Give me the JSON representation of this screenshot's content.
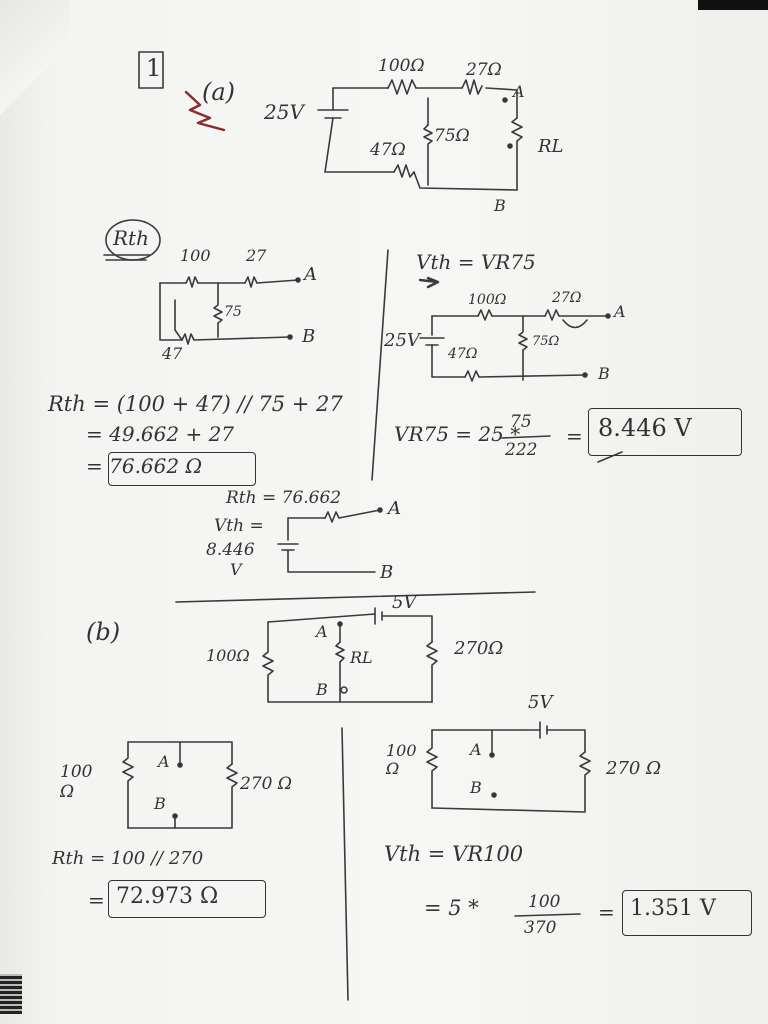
{
  "problem_number": "1",
  "part_a": {
    "label": "(a)",
    "circuit": {
      "source": "25V",
      "r1": "100Ω",
      "r2": "27Ω",
      "r3": "75Ω",
      "r4": "47Ω",
      "load": "RL",
      "node_a": "A",
      "node_b": "B"
    },
    "rth_heading": "Rth",
    "rth_circuit": {
      "r1": "100",
      "r2": "27",
      "r3": "75",
      "r4": "47",
      "node_a": "A",
      "node_b": "B"
    },
    "rth_calc": {
      "line1": "Rth = (100 + 47) // 75 + 27",
      "line2": "= 49.662 + 27",
      "line3": "= 76.662 Ω"
    },
    "vth_heading": "Vth = VR75",
    "vth_circuit": {
      "source": "25V",
      "r1": "100Ω",
      "r2": "27Ω",
      "r3": "75Ω",
      "r4": "47Ω",
      "node_a": "A",
      "node_b": "B"
    },
    "vth_calc": {
      "prefix": "VR75 = 25 *",
      "num": "75",
      "den": "222",
      "result": "8.446 V"
    },
    "equivalent": {
      "rth": "Rth = 76.662",
      "vth_label": "Vth =",
      "vth_value": "8.446",
      "vth_unit": "V",
      "node_a": "A",
      "node_b": "B"
    }
  },
  "part_b": {
    "label": "(b)",
    "circuit": {
      "source": "5V",
      "r_left": "100Ω",
      "r_right": "270Ω",
      "load": "RL",
      "node_a": "A",
      "node_b": "B"
    },
    "rth_circuit": {
      "r_left": "100 Ω",
      "r_right": "270 Ω",
      "node_a": "A",
      "node_b": "B"
    },
    "rth_calc": {
      "line1": "Rth = 100 // 270",
      "result": "72.973 Ω"
    },
    "vth_circuit": {
      "source": "5V",
      "r_left": "100 Ω",
      "r_right": "270 Ω",
      "node_a": "A",
      "node_b": "B"
    },
    "vth_calc": {
      "line1": "Vth = VR100",
      "prefix": "= 5 *",
      "num": "100",
      "den": "370",
      "result": "1.351 V"
    }
  },
  "colors": {
    "ink": "#333333",
    "scribble": "#8a2a2a",
    "paper": "#f4f4f2"
  }
}
